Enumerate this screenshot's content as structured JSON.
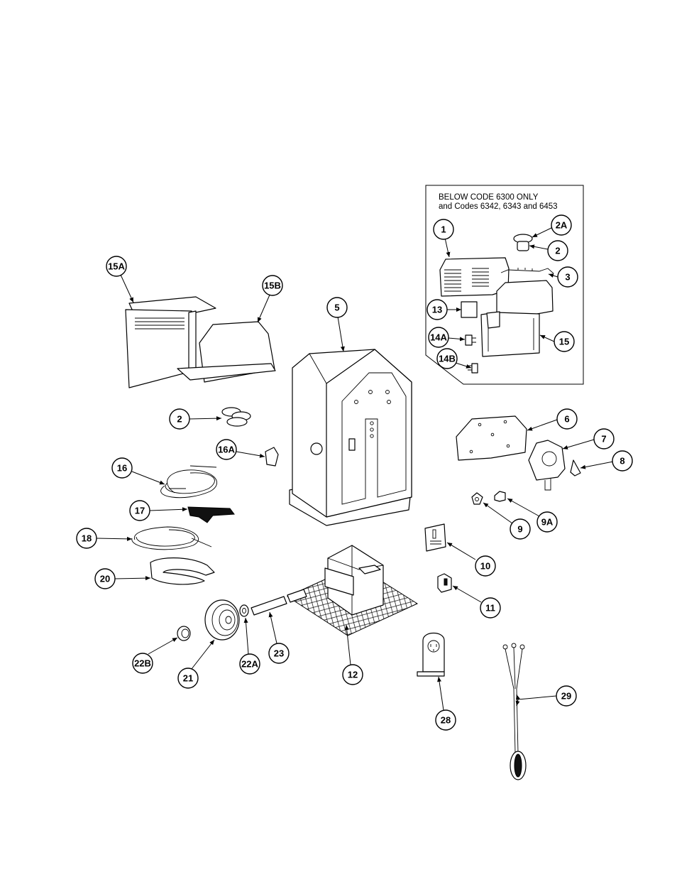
{
  "inset": {
    "line1": "BELOW CODE 6300 ONLY",
    "line2": "and Codes 6342, 6343 and 6453"
  },
  "callouts": {
    "c1": "1",
    "c2A": "2A",
    "c2inset": "2",
    "c3": "3",
    "c13": "13",
    "c14A": "14A",
    "c14B": "14B",
    "c15": "15",
    "c15A": "15A",
    "c15B": "15B",
    "c5": "5",
    "c2": "2",
    "c16A": "16A",
    "c16": "16",
    "c17": "17",
    "c18": "18",
    "c20": "20",
    "c6": "6",
    "c7": "7",
    "c8": "8",
    "c9": "9",
    "c9A": "9A",
    "c10": "10",
    "c11": "11",
    "c12": "12",
    "c23": "23",
    "c22A": "22A",
    "c21": "21",
    "c22B": "22B",
    "c28": "28",
    "c29": "29"
  },
  "marker_shape": "arrow",
  "icons": [
    "welder-cabinet",
    "side-panel",
    "roof-panel",
    "fan-blade",
    "cable",
    "electrode-holder",
    "ground-clamp",
    "pulley",
    "transformer",
    "receptacle",
    "plug-cord"
  ]
}
